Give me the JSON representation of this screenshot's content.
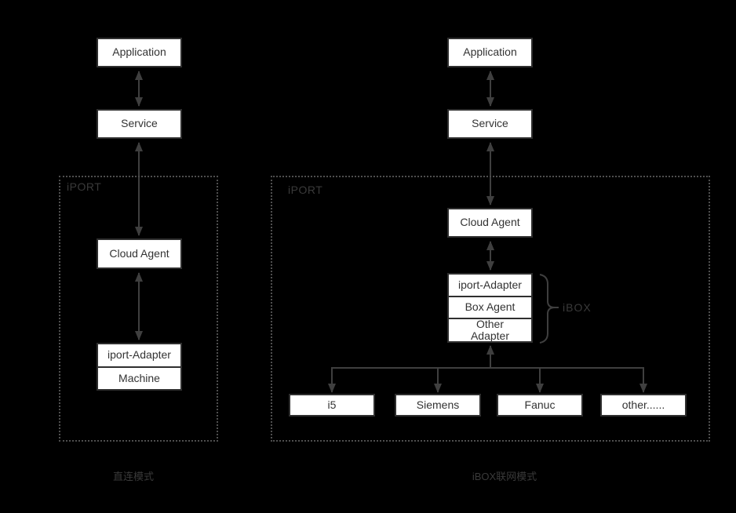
{
  "colors": {
    "background": "#000000",
    "box_fill": "#ffffff",
    "box_border": "#2f2f2f",
    "box_text": "#333333",
    "arrow": "#3f3f3f",
    "dotted_border": "#4f4f4f",
    "muted_label": "#3a3a3a"
  },
  "left_diagram": {
    "region_label": "iPORT",
    "caption": "直连模式",
    "nodes": {
      "application": "Application",
      "service": "Service",
      "cloud_agent": "Cloud Agent",
      "adapter_stack": [
        "iport-Adapter",
        "Machine"
      ]
    }
  },
  "right_diagram": {
    "region_label": "iPORT",
    "caption": "iBOX联网模式",
    "brace_label": "iBOX",
    "nodes": {
      "application": "Application",
      "service": "Service",
      "cloud_agent": "Cloud Agent",
      "ibox_stack": [
        "iport-Adapter",
        "Box Agent",
        "Other Adapter"
      ],
      "machines": [
        "i5",
        "Siemens",
        "Fanuc",
        "other......"
      ]
    }
  }
}
